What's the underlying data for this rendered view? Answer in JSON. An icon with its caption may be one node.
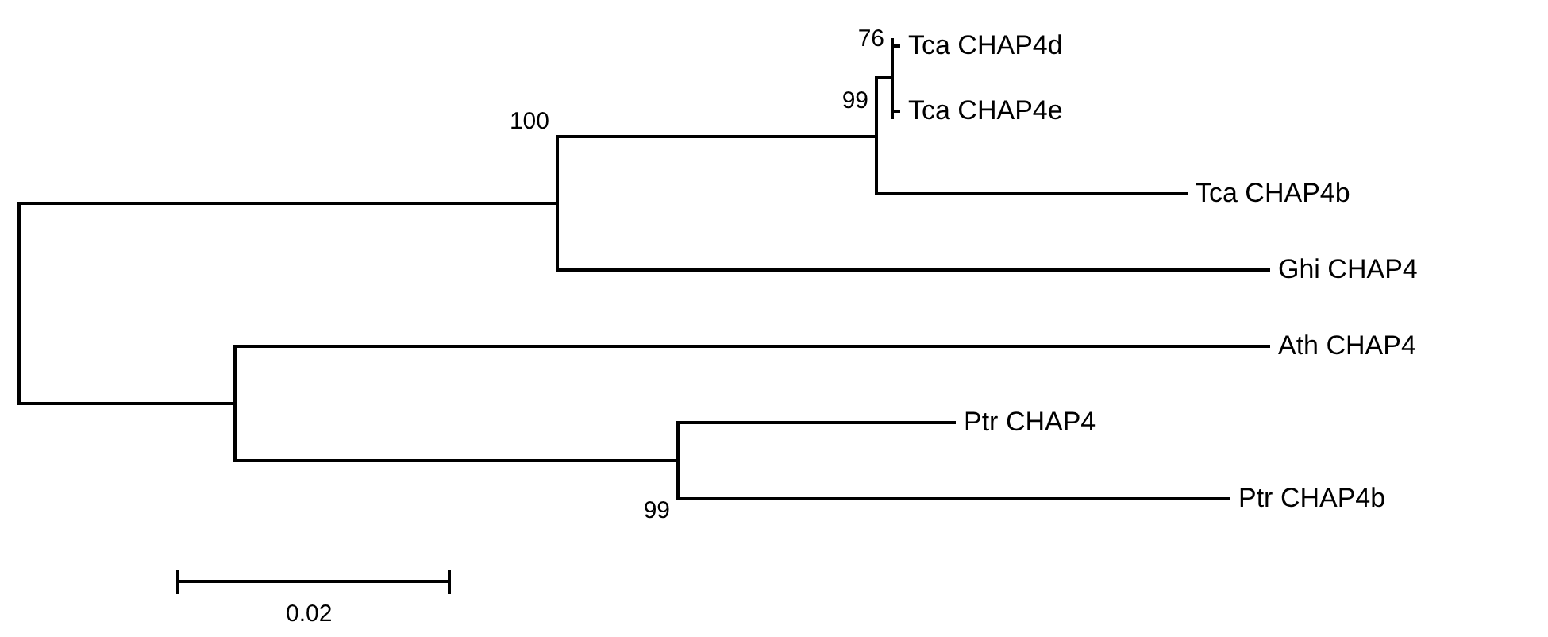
{
  "diagram": {
    "nodes": [
      {
        "text": [],
        "shape": "bar"
      },
      {
        "text": [],
        "shape": "bar",
        "beside": [
          "100"
        ]
      },
      {
        "text": [],
        "shape": "bar",
        "beside": [
          "99"
        ]
      },
      {
        "text": [],
        "shape": "bar",
        "beside": [
          "76"
        ]
      },
      {
        "text": [
          "Tca CHAP4d"
        ]
      },
      {
        "text": [
          "Tca CHAP4e"
        ]
      },
      {
        "text": [
          "Tca CHAP4b"
        ]
      },
      {
        "text": [
          "Ghi CHAP4"
        ]
      },
      {
        "text": [],
        "shape": "bar"
      },
      {
        "text": [
          "Ath CHAP4"
        ]
      },
      {
        "text": [],
        "shape": "bar",
        "beside": [
          "99"
        ]
      },
      {
        "text": [
          "Ptr CHAP4"
        ]
      },
      {
        "text": [
          "Ptr CHAP4b"
        ]
      }
    ],
    "edges": [
      {
        "from": 0,
        "to": 1,
        "arrow": "none"
      },
      {
        "from": 1,
        "to": 2,
        "arrow": "none"
      },
      {
        "from": 2,
        "to": 3,
        "arrow": "none"
      },
      {
        "from": 3,
        "to": 4,
        "arrow": "none"
      },
      {
        "from": 3,
        "to": 5,
        "arrow": "none"
      },
      {
        "from": 2,
        "to": 6,
        "arrow": "none"
      },
      {
        "from": 1,
        "to": 7,
        "arrow": "none"
      },
      {
        "from": 0,
        "to": 8,
        "arrow": "none"
      },
      {
        "from": 8,
        "to": 9,
        "arrow": "none"
      },
      {
        "from": 8,
        "to": 10,
        "arrow": "none"
      },
      {
        "from": 10,
        "to": 11,
        "arrow": "none"
      },
      {
        "from": 10,
        "to": 12,
        "arrow": "none"
      }
    ],
    "labels": [
      "0.02"
    ]
  }
}
